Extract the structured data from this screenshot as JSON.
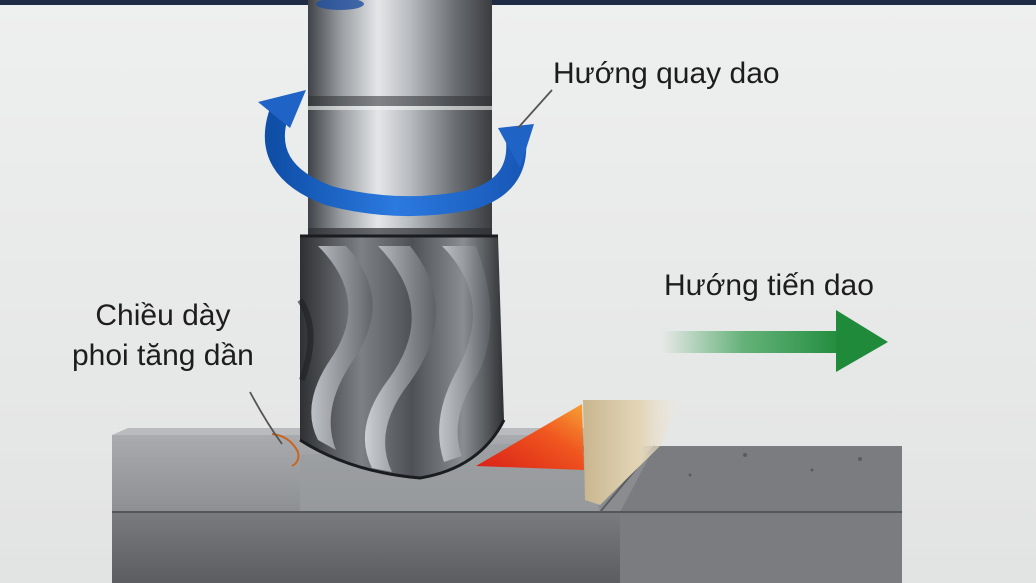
{
  "labels": {
    "rotation_direction": "Hướng quay dao",
    "feed_direction": "Hướng tiến dao",
    "chip_thickness_line1": "Chiều dày",
    "chip_thickness_line2": "phoi tăng dần"
  },
  "colors": {
    "background": "#e9eaea",
    "top_border": "#1f2a44",
    "rotation_arrow": "#1f63c6",
    "feed_arrow": "#1f8a3a",
    "hot_chip": "#ef3b1f",
    "workpiece": "#6f7073"
  }
}
